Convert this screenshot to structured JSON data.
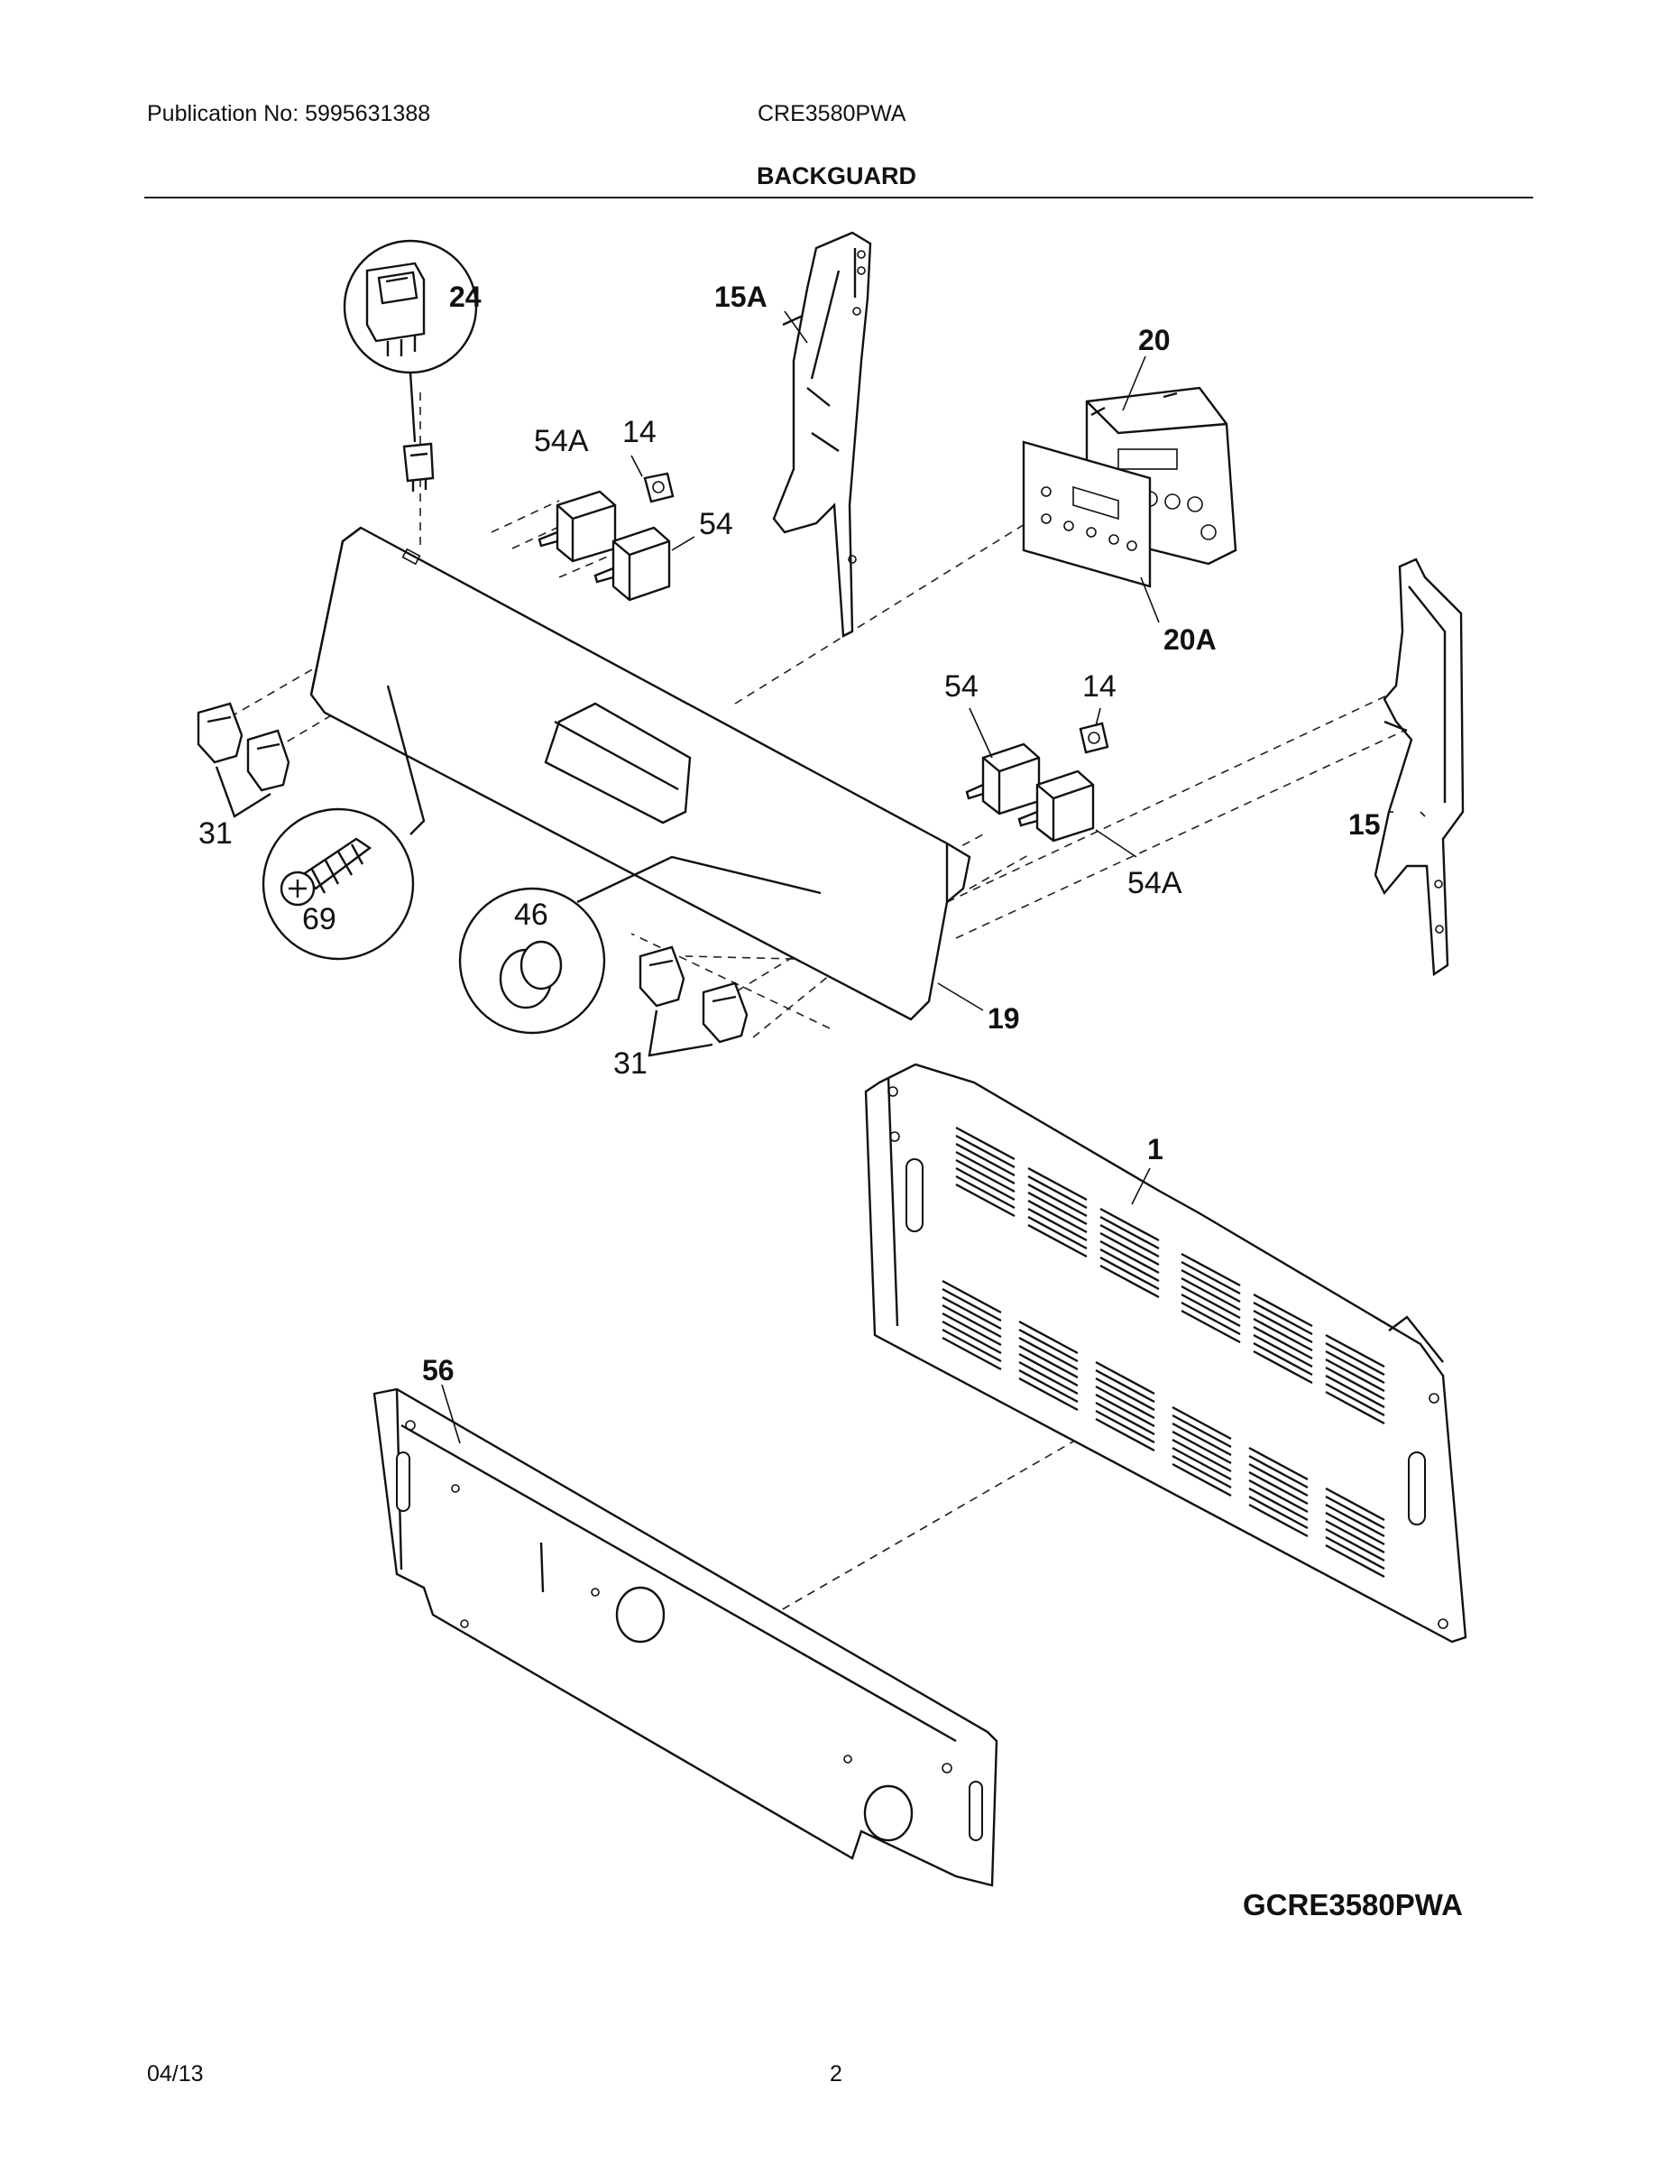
{
  "header": {
    "publication": "Publication No: 5995631388",
    "model": "CRE3580PWA",
    "section_title": "BACKGUARD"
  },
  "callouts": {
    "c24": "24",
    "c15A": "15A",
    "c20": "20",
    "c54A_top": "54A",
    "c14_top": "14",
    "c54_top": "54",
    "c20A": "20A",
    "c54_right": "54",
    "c14_right": "14",
    "c15": "15",
    "c31_left": "31",
    "c69": "69",
    "c46": "46",
    "c54A_right": "54A",
    "c19": "19",
    "c31_bottom": "31",
    "c1": "1",
    "c56": "56"
  },
  "diagram_id": "GCRE3580PWA",
  "footer": {
    "date": "04/13",
    "page": "2"
  }
}
